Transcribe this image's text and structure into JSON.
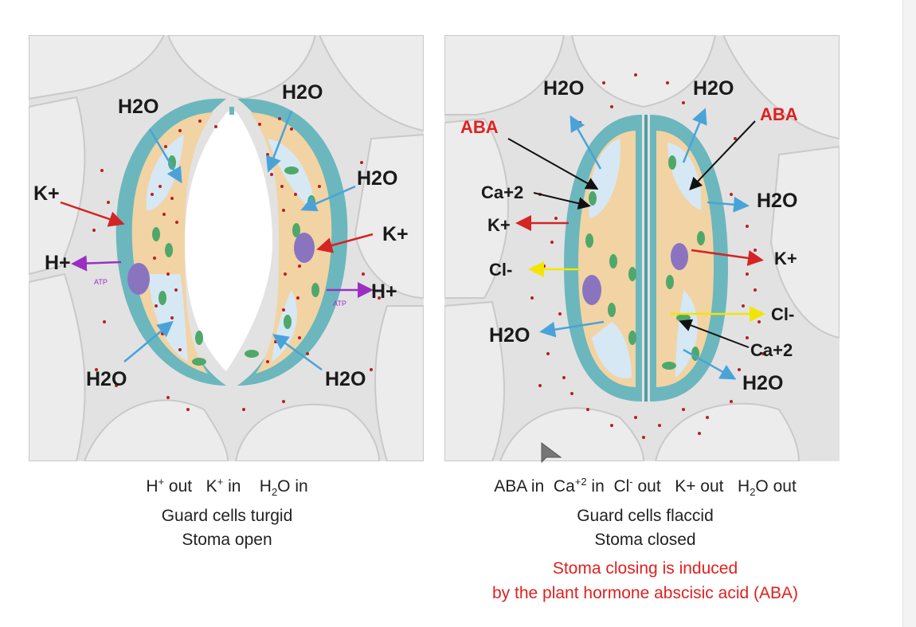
{
  "open_panel": {
    "labels": {
      "h2o_top_left": "H2O",
      "h2o_top_right": "H2O",
      "h2o_right": "H2O",
      "h2o_bottom_left": "H2O",
      "h2o_bottom_right": "H2O",
      "k_left": "K+",
      "k_right": "K+",
      "h_left": "H+",
      "h_right": "H+",
      "atp_left": "ATP",
      "atp_right": "ATP"
    },
    "caption": {
      "line1_h": "H",
      "line1_h_sup": "+",
      "line1_h_rest": " out",
      "line1_k": "K",
      "line1_k_sup": "+",
      "line1_k_rest": " in",
      "line1_water_h": "H",
      "line1_water_sub": "2",
      "line1_water_rest": "O in",
      "line2": "Guard cells turgid",
      "line3": "Stoma open"
    }
  },
  "closed_panel": {
    "labels": {
      "h2o_top_left": "H2O",
      "h2o_top_right": "H2O",
      "h2o_right": "H2O",
      "h2o_bottom_left": "H2O",
      "h2o_bottom_right": "H2O",
      "aba_left": "ABA",
      "aba_right": "ABA",
      "ca_left": "Ca+2",
      "ca_right": "Ca+2",
      "k_left": "K+",
      "k_right": "K+",
      "cl_left": "Cl-",
      "cl_right": "Cl-"
    },
    "caption": {
      "line1_aba": "ABA in",
      "line1_ca": "Ca",
      "line1_ca_sup": "+2",
      "line1_ca_rest": " in",
      "line1_cl": "Cl",
      "line1_cl_sup": "-",
      "line1_cl_rest": " out",
      "line1_k": "K+ out",
      "line1_water_h": "H",
      "line1_water_sub": "2",
      "line1_water_rest": "O out",
      "line2": "Guard cells flaccid",
      "line3": "Stoma closed"
    }
  },
  "note": {
    "line1": "Stoma closing is induced",
    "line2": "by the plant hormone abscisic acid (ABA)"
  },
  "colors": {
    "background_cells": "#e4e4e4",
    "guard_wall": "#6bb7bd",
    "cytoplasm": "#f2d3a4",
    "vacuole": "#d6e8f4",
    "nucleus": "#8a74c0",
    "chloroplast": "#4fa86a",
    "water_arrow": "#4aa3d8",
    "potassium_arrow": "#d42424",
    "proton_arrow": "#9b2fc4",
    "chloride_arrow": "#f2e600",
    "aba_text": "#e12020"
  }
}
